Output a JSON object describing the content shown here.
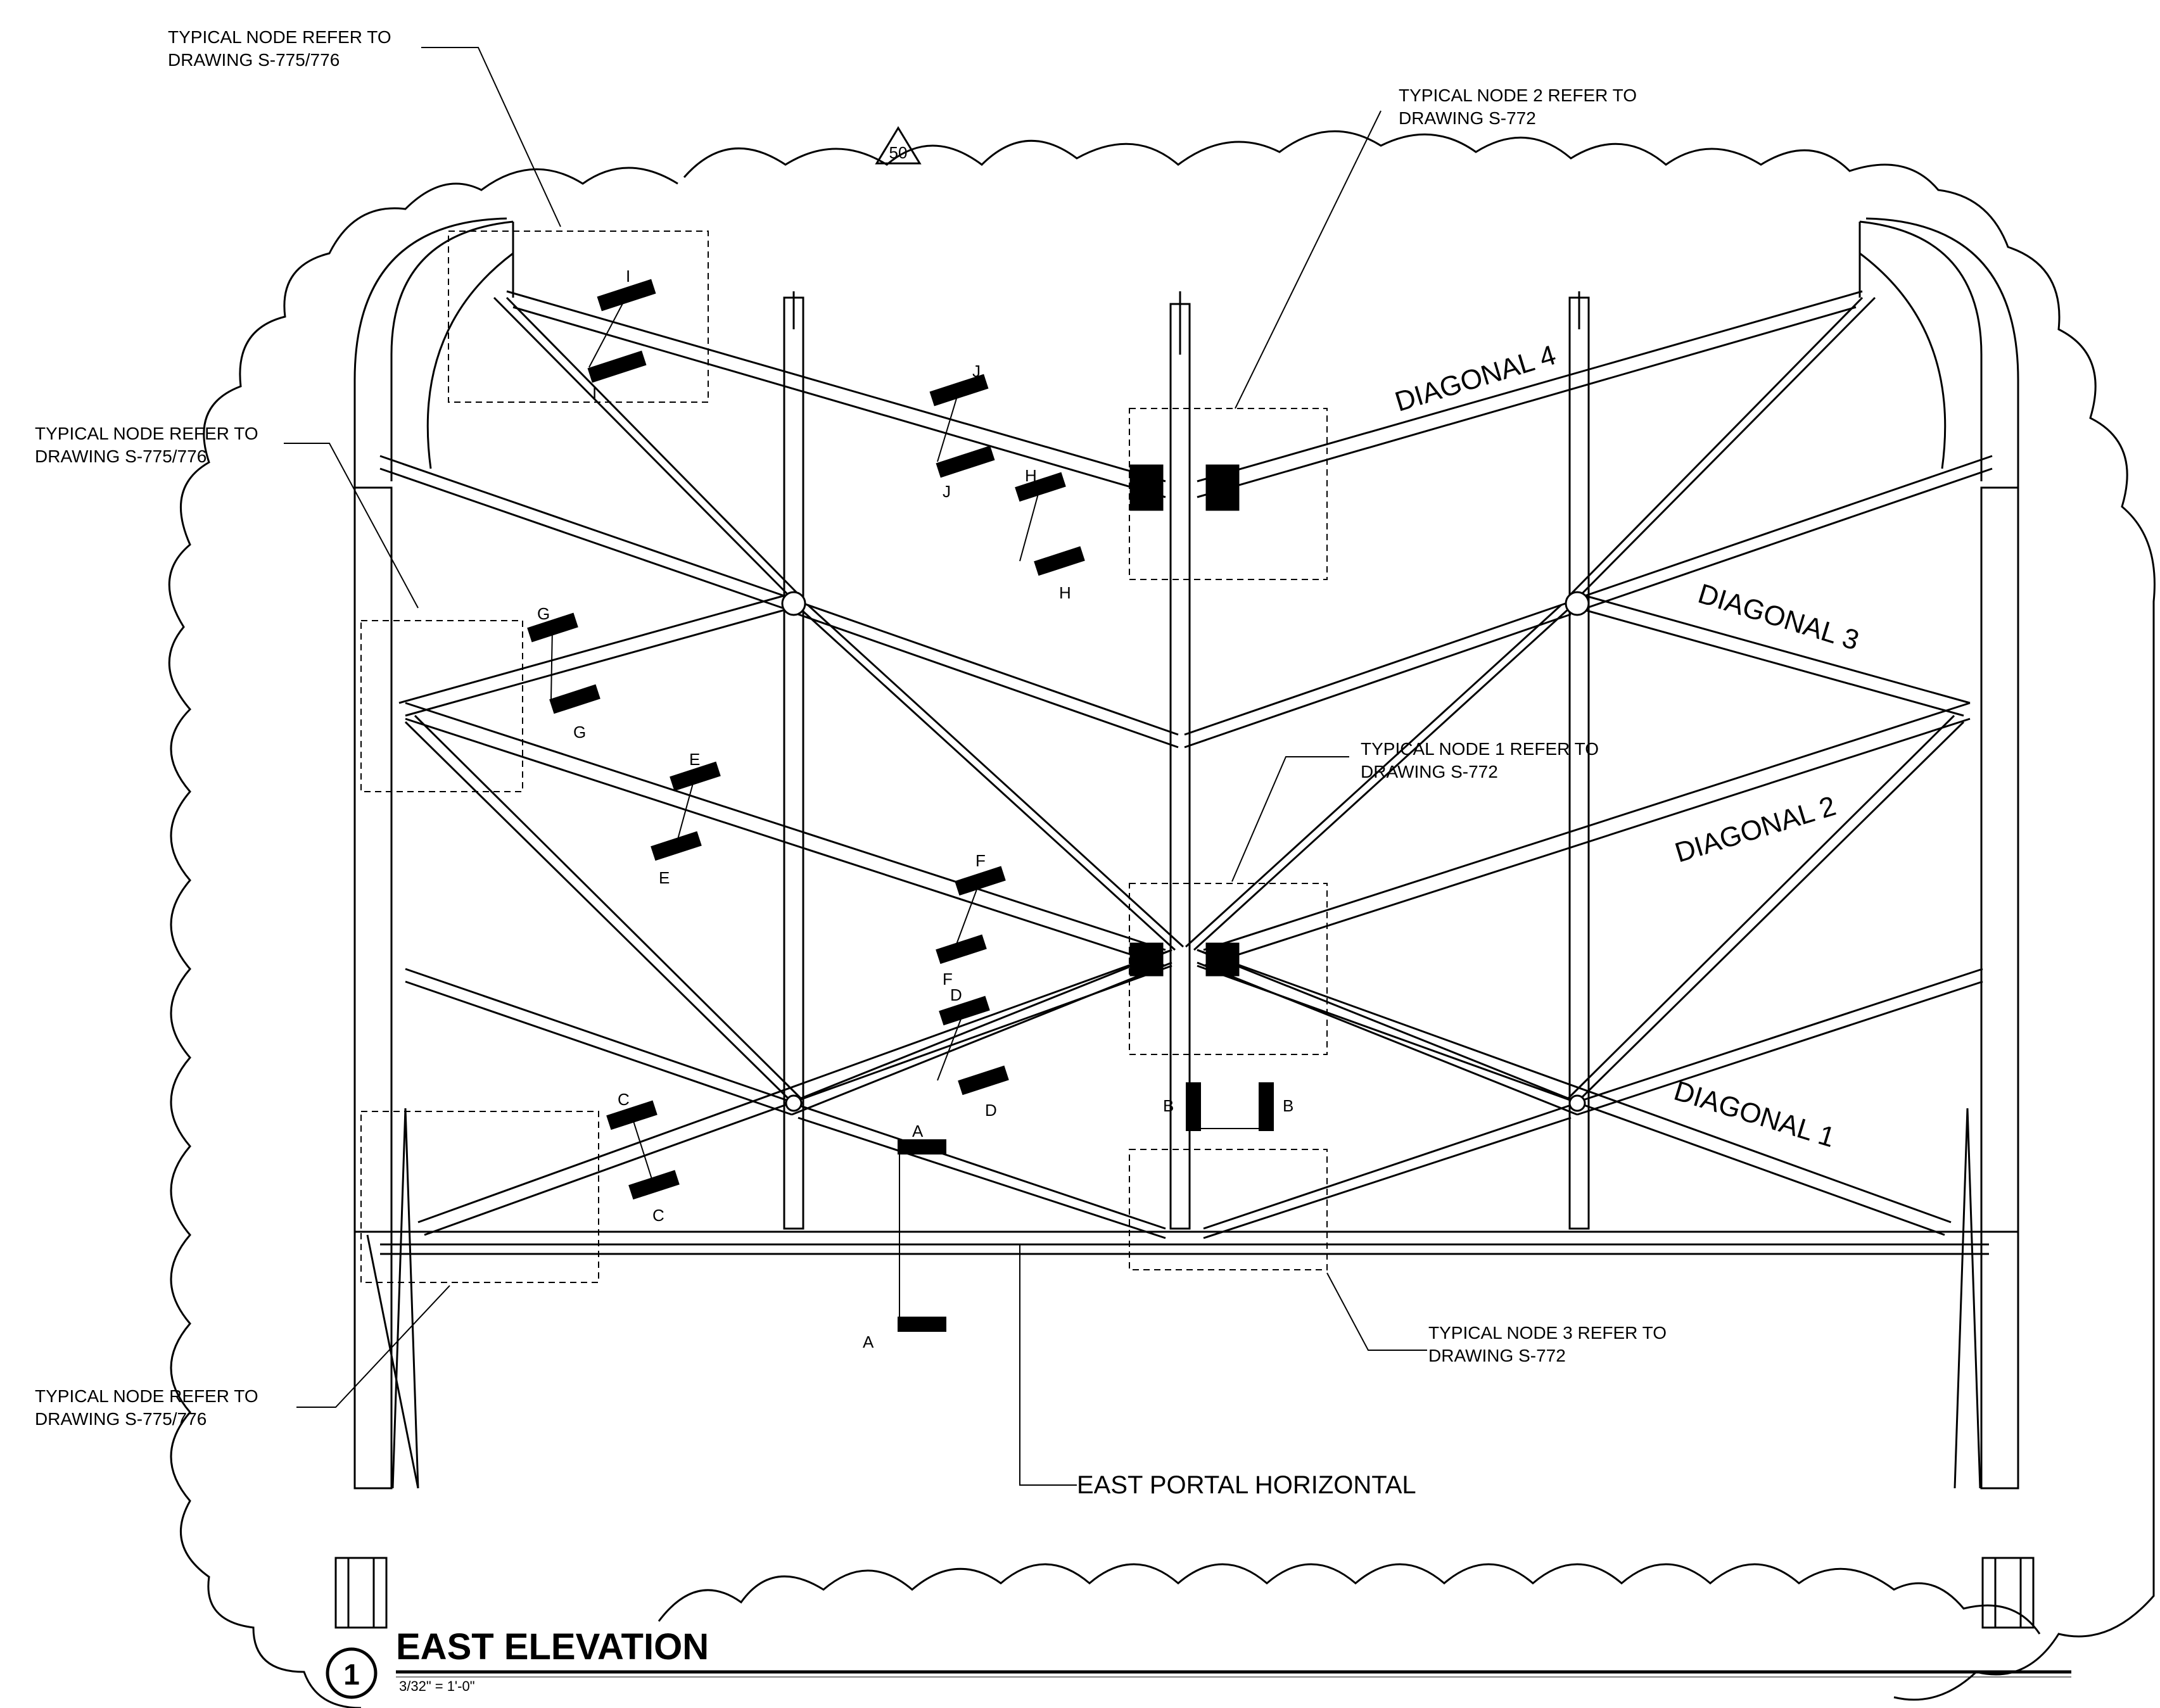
{
  "revision": {
    "number": "50"
  },
  "notes": {
    "top_left": [
      "TYPICAL NODE REFER TO",
      "DRAWING S-775/776"
    ],
    "mid_left": [
      "TYPICAL NODE REFER TO",
      "DRAWING S-775/776"
    ],
    "bottom_left": [
      "TYPICAL NODE REFER TO",
      "DRAWING S-775/776"
    ],
    "node2": [
      "TYPICAL NODE 2 REFER TO",
      "DRAWING S-772"
    ],
    "node1": [
      "TYPICAL NODE 1 REFER TO",
      "DRAWING S-772"
    ],
    "node3": [
      "TYPICAL NODE 3 REFER TO",
      "DRAWING S-772"
    ]
  },
  "members": {
    "diagonal_4": "DIAGONAL 4",
    "diagonal_3": "DIAGONAL 3",
    "diagonal_2": "DIAGONAL 2",
    "diagonal_1": "DIAGONAL 1",
    "east_portal": "EAST PORTAL HORIZONTAL"
  },
  "sections": {
    "A": "A",
    "B": "B",
    "C": "C",
    "D": "D",
    "E": "E",
    "F": "F",
    "G": "G",
    "H": "H",
    "I": "I",
    "J": "J"
  },
  "title": {
    "number": "1",
    "name": "EAST ELEVATION",
    "scale": "3/32\" = 1'-0\""
  }
}
